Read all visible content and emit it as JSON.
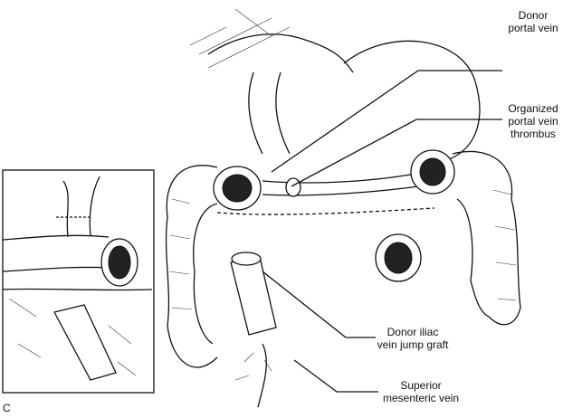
{
  "panel_letter": "C",
  "labels": {
    "donor_portal_vein": "Donor portal vein",
    "organized_thrombus": "Organized portal vein thrombus",
    "iliac_graft": "Donor iliac vein jump graft",
    "smv": "Superior mesenteric vein"
  },
  "colors": {
    "ink": "#111111",
    "background": "#ffffff"
  }
}
